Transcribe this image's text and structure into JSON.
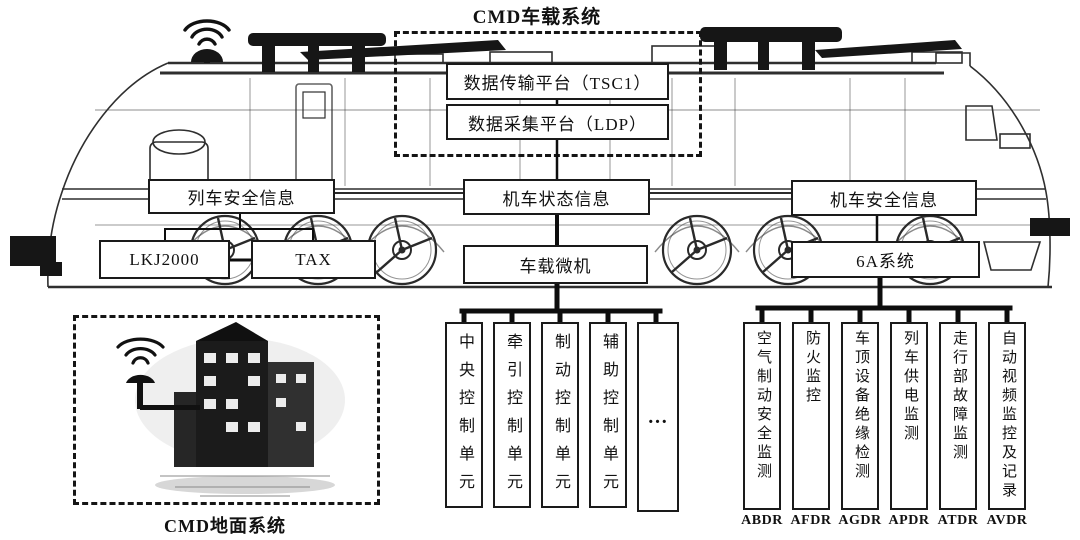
{
  "title": "CMD车载系统",
  "onboard_platform": {
    "transmission": "数据传输平台（TSC1）",
    "collection": "数据采集平台（LDP）"
  },
  "info_boxes": {
    "train_safety": "列车安全信息",
    "loco_status": "机车状态信息",
    "loco_safety": "机车安全信息"
  },
  "devices": {
    "lkj": "LKJ2000",
    "tax": "TAX",
    "onboard_computer": "车载微机",
    "sys_6a": "6A系统"
  },
  "control_units": [
    "中央控制单元",
    "牵引控制单元",
    "制动控制单元",
    "辅助控制单元",
    "…"
  ],
  "monitoring_units": [
    {
      "label": "空气制动安全监测",
      "code": "ABDR"
    },
    {
      "label": "防火监控",
      "code": "AFDR"
    },
    {
      "label": "车顶设备绝缘检测",
      "code": "AGDR"
    },
    {
      "label": "列车供电监测",
      "code": "APDR"
    },
    {
      "label": "走行部故障监测",
      "code": "ATDR"
    },
    {
      "label": "自动视频监控及记录",
      "code": "AVDR"
    }
  ],
  "ground_system": {
    "label": "CMD地面系统"
  },
  "icons": {
    "train_antenna": "wifi-antenna-icon",
    "ground_antenna": "wifi-antenna-icon",
    "building": "ground-station-building",
    "locomotive": "electric-locomotive-line-drawing"
  },
  "colors": {
    "background": "#ffffff",
    "line": "#111111",
    "box_border": "#1a1a1a",
    "art": "#2f2f2f"
  }
}
